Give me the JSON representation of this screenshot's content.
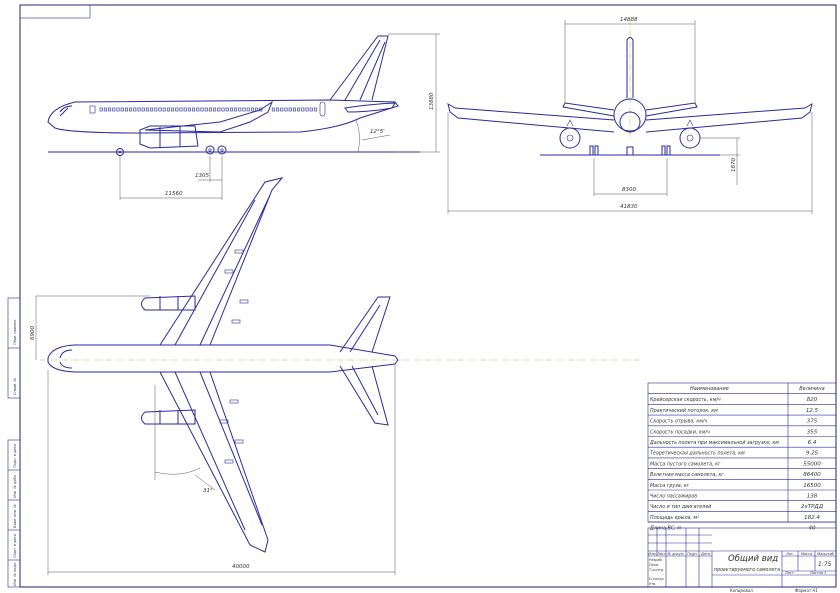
{
  "dimensions": {
    "side_height": "13880",
    "tail_angle": "12°5'",
    "main_gear_spacing": "1305",
    "wheelbase": "11560",
    "tailplane_span": "14888",
    "gear_track": "8300",
    "wingspan": "41830",
    "ground_clearance": "1870",
    "top_offset": "6900",
    "sweep_angle": "31°",
    "length": "40000"
  },
  "spec_table": {
    "headers": [
      "Наименование",
      "Величина"
    ],
    "rows": [
      [
        "Крейсерская скорость, км/ч",
        "820"
      ],
      [
        "Практический потолок, км",
        "12.5"
      ],
      [
        "Скорость отрыва, км/ч",
        "375"
      ],
      [
        "Скорость посадки, км/ч",
        "355"
      ],
      [
        "Дальность полета при максимальной загрузке, км",
        "6.4"
      ],
      [
        "Теоретическая дальность полета, км",
        "9.25"
      ],
      [
        "Масса пустого самолета, кг",
        "55000"
      ],
      [
        "Взлетная масса самолета, кг",
        "86400"
      ],
      [
        "Масса груза, кг",
        "16500"
      ],
      [
        "Число пассажиров",
        "138"
      ],
      [
        "Число и тип двигателей",
        "2хТРДД"
      ],
      [
        "Площадь крыла, м²",
        "182.4"
      ],
      [
        "Длина ВС, м",
        "40"
      ]
    ]
  },
  "title_block": {
    "title_line1": "Общий вид",
    "title_line2": "проектируемого самолета",
    "col_labels": [
      "Изм.",
      "Лист",
      "№ докум.",
      "Подп.",
      "Дата"
    ],
    "row_labels": [
      "Разраб.",
      "Пров.",
      "Т.контр.",
      "Н.контр.",
      "Утв."
    ],
    "lit_label": "Лит.",
    "mass_label": "Масса",
    "scale_label": "Масштаб",
    "scale": "1:75",
    "sheet_label": "Лист",
    "sheets_label": "Листов 1",
    "copied": "Копировал",
    "format": "Формат  А1"
  },
  "margin_labels": [
    "Перв. примен.",
    "Справ. №",
    "Подп. и дата",
    "Инв. № дубл.",
    "Взам. инв. №",
    "Подп. и дата",
    "Инв. № подл."
  ]
}
